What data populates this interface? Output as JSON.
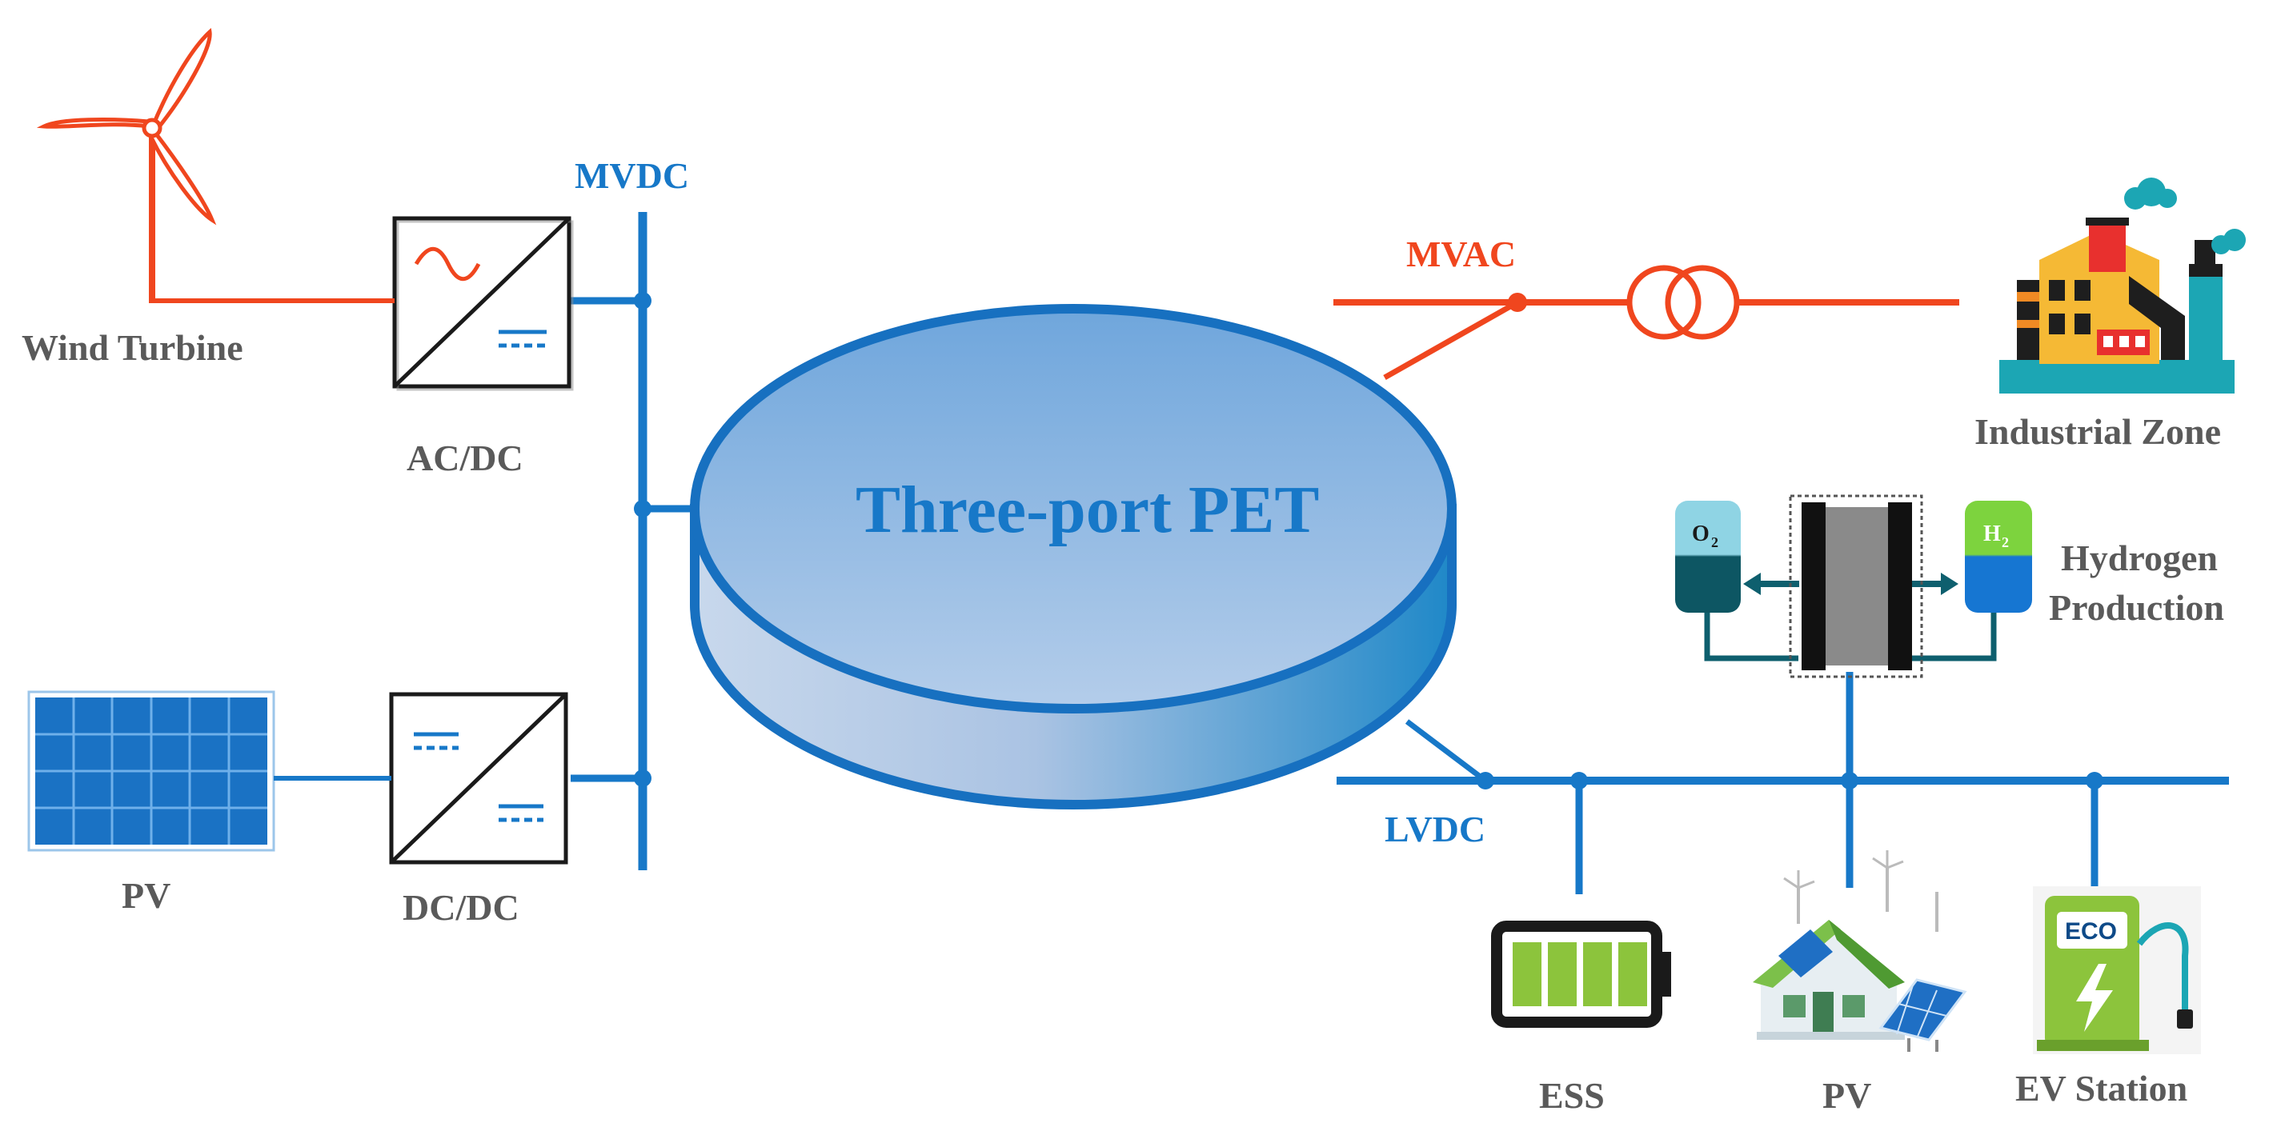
{
  "labels": {
    "mvdc": "MVDC",
    "mvac": "MVAC",
    "lvdc": "LVDC",
    "pet": "Three-port PET",
    "wind_turbine": "Wind Turbine",
    "ac_dc": "AC/DC",
    "pv_left": "PV",
    "dc_dc": "DC/DC",
    "industrial_zone": "Industrial Zone",
    "hydrogen_line1": "Hydrogen",
    "hydrogen_line2": "Production",
    "o2": "O",
    "o2_sub": "2",
    "h2": "H",
    "h2_sub": "2",
    "ess": "ESS",
    "pv_right": "PV",
    "ev_station": "EV Station",
    "eco": "ECO"
  },
  "colors": {
    "dc_blue": "#1778c8",
    "ac_red": "#f0461e",
    "label_gray": "#5a5a5a",
    "battery_green": "#8cc43c",
    "teal": "#0e5f6e",
    "factory_teal": "#1ca6b4"
  },
  "icons": {
    "wind": "wind-turbine-icon",
    "solar": "solar-panel-icon",
    "factory": "factory-icon",
    "electrolyzer": "electrolyzer-icon",
    "battery": "battery-icon",
    "house": "house-pv-icon",
    "ev": "ev-charger-icon"
  }
}
